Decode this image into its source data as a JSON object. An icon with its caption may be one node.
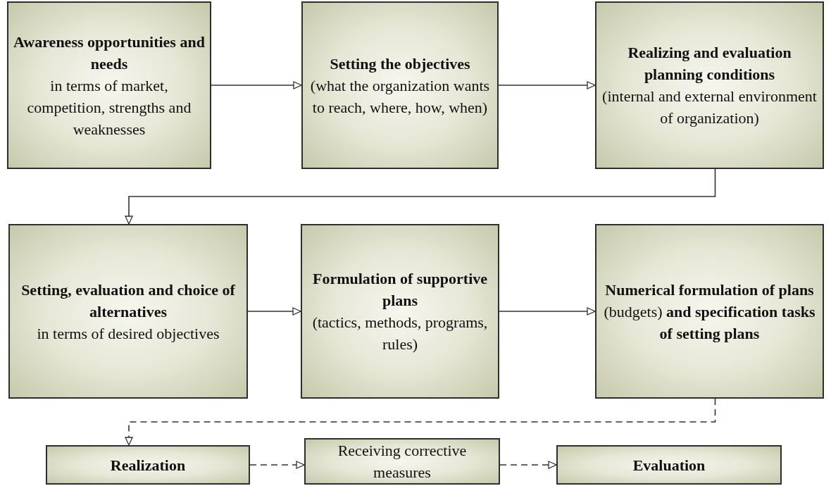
{
  "diagram": {
    "nodes": [
      {
        "text": [
          "Awareness opportunities and needs",
          "in terms of market, competition, strengths and weaknesses"
        ]
      },
      {
        "text": [
          "Setting the objectives",
          "(what the organization wants to reach, where, how, when)"
        ]
      },
      {
        "text": [
          "Realizing and evaluation planning conditions",
          "(internal and external environment of organization)"
        ]
      },
      {
        "text": [
          "Setting, evaluation and choice of alternatives",
          "in terms of desired objectives"
        ]
      },
      {
        "text": [
          "Formulation of supportive plans",
          "(tactics, methods, programs, rules)"
        ]
      },
      {
        "text": [
          "**Numerical formulation of plans** (budgets) **and specification tasks of setting plans**"
        ]
      },
      {
        "text": [
          "Realization"
        ]
      },
      {
        "text": [
          "Receiving corrective measures"
        ]
      },
      {
        "text": [
          "Evaluation"
        ]
      }
    ],
    "edges": [
      {
        "from": 0,
        "to": 1,
        "arrow": "to"
      },
      {
        "from": 1,
        "to": 2,
        "arrow": "to"
      },
      {
        "from": 2,
        "to": 3,
        "arrow": "to"
      },
      {
        "from": 3,
        "to": 4,
        "arrow": "to"
      },
      {
        "from": 4,
        "to": 5,
        "arrow": "to"
      },
      {
        "from": 5,
        "to": 6,
        "arrow": "to",
        "style": "dashed"
      },
      {
        "from": 6,
        "to": 7,
        "arrow": "to",
        "style": "dashed"
      },
      {
        "from": 7,
        "to": 8,
        "arrow": "to",
        "style": "dashed"
      }
    ]
  }
}
